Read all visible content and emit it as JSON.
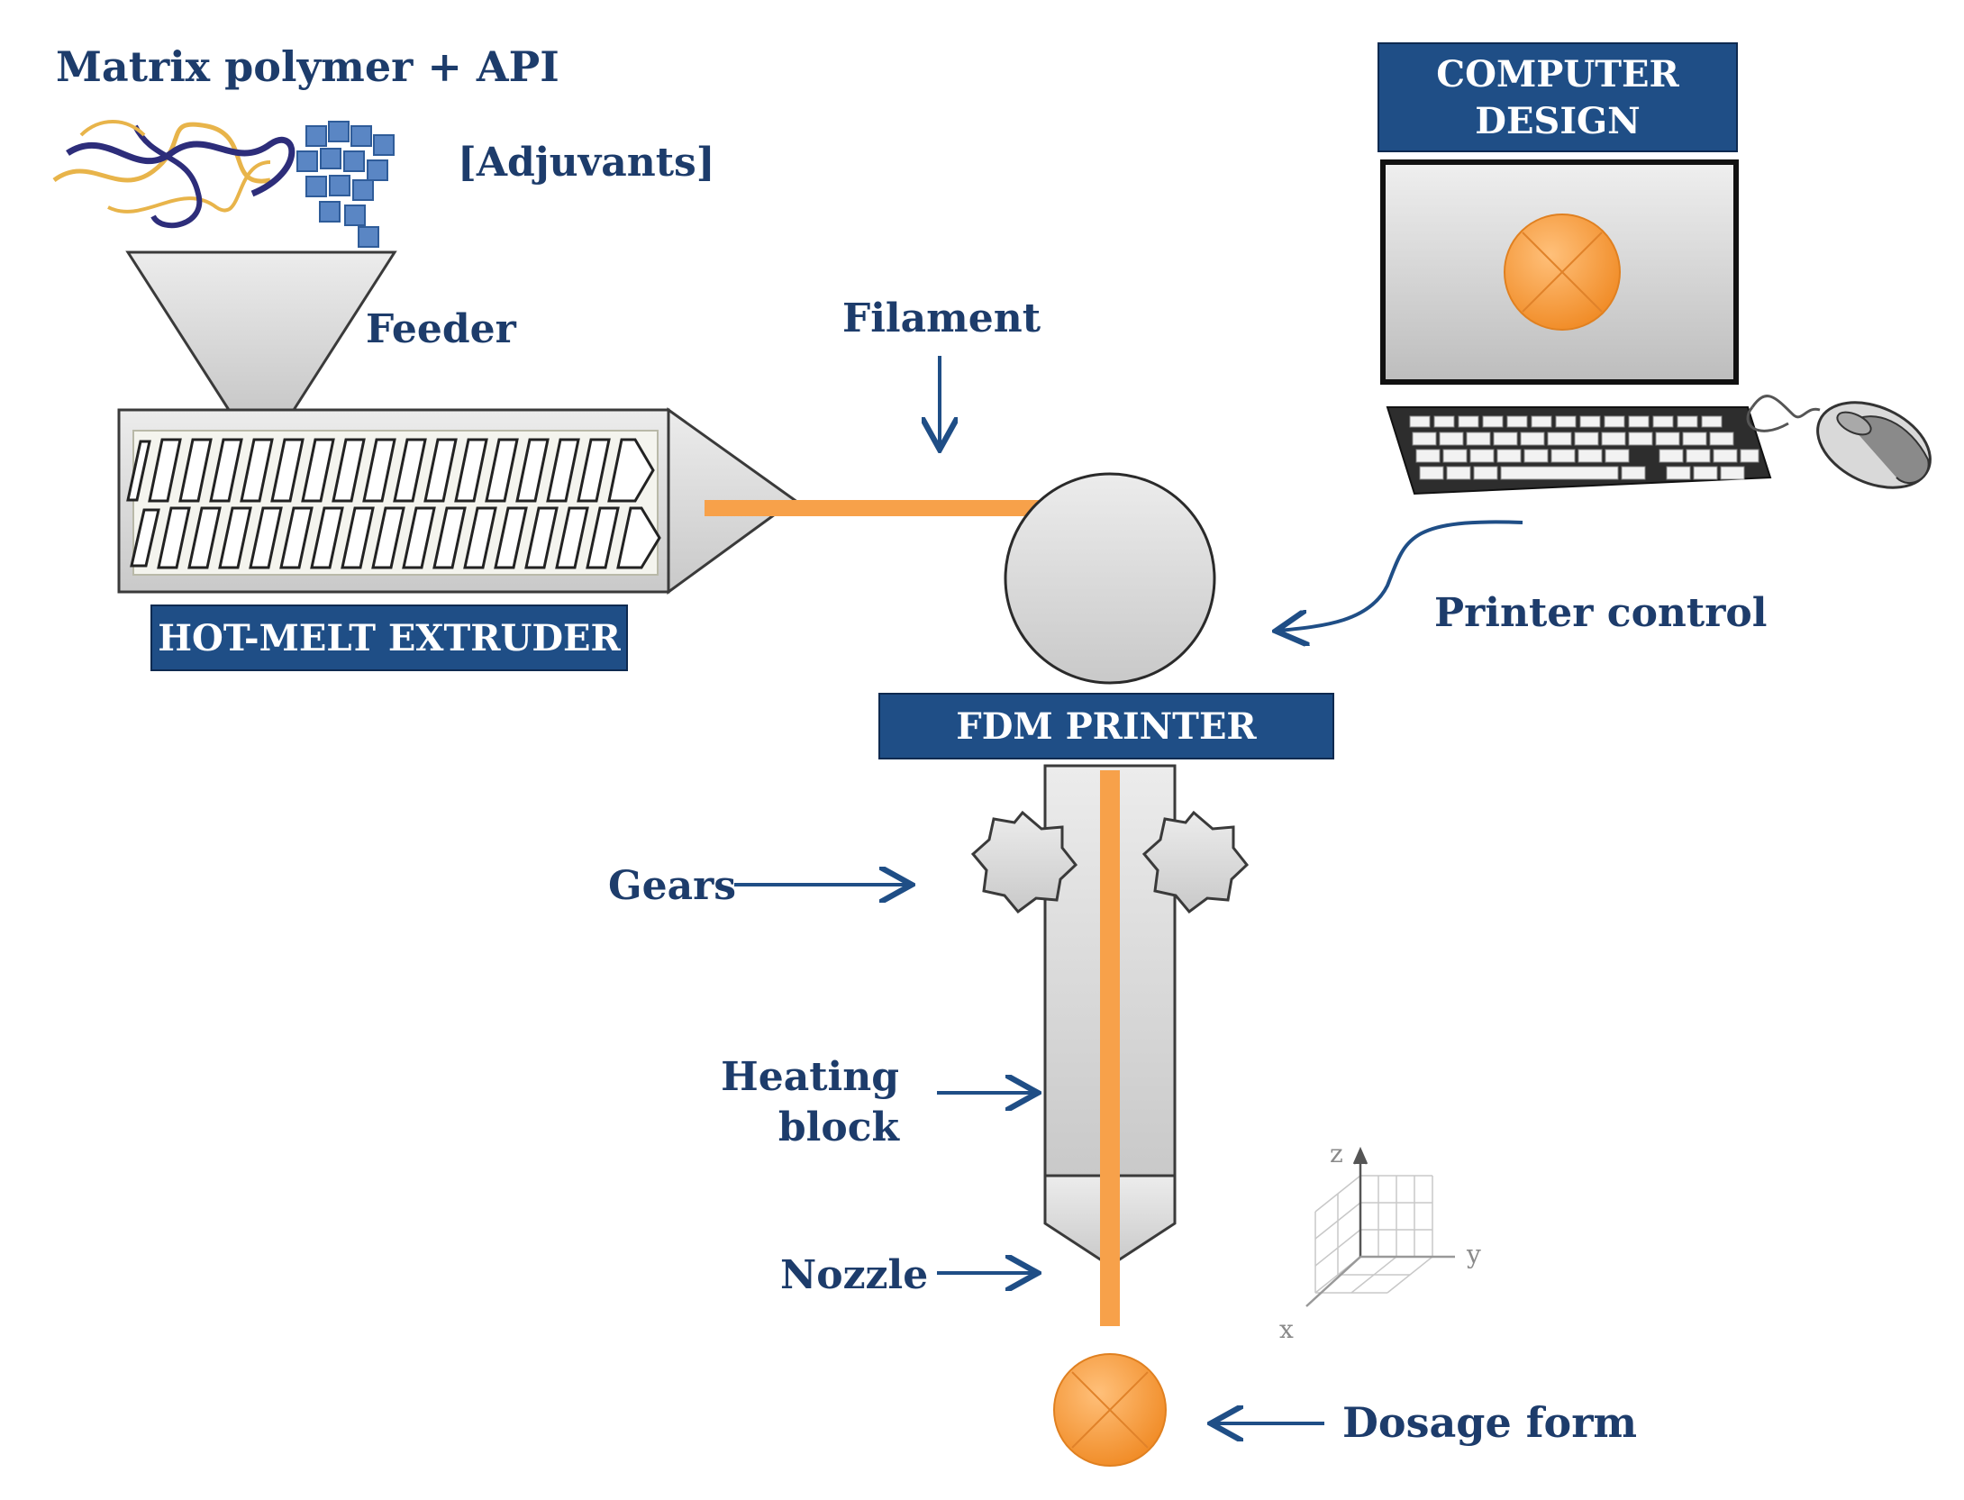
{
  "labels": {
    "matrix": "Matrix polymer + API",
    "adjuvants": "[Adjuvants]",
    "feeder": "Feeder",
    "filament": "Filament",
    "printer_control": "Printer control",
    "gears": "Gears",
    "heating_line1": "Heating",
    "heating_line2": "block",
    "nozzle": "Nozzle",
    "dosage_form": "Dosage form"
  },
  "banners": {
    "computer_design_line1": "COMPUTER",
    "computer_design_line2": "DESIGN",
    "hot_melt_extruder": "HOT-MELT EXTRUDER",
    "fdm_printer": "FDM PRINTER"
  },
  "axes": {
    "z": "z",
    "y": "y",
    "x": "x"
  },
  "colors": {
    "banner": "#1f4e86",
    "label_text": "#1d3c6b",
    "arrow": "#1f4e86",
    "filament": "#f7a14a",
    "tablet": "#f49a3e",
    "machine_gray": "#d8d8d8",
    "outline": "#3a3a3a"
  },
  "icons": {
    "polymer": "polymer-chains-icon",
    "adjuvants": "adjuvant-cubes-icon",
    "keyboard": "keyboard-icon",
    "mouse": "mouse-icon",
    "monitor": "monitor-icon"
  }
}
